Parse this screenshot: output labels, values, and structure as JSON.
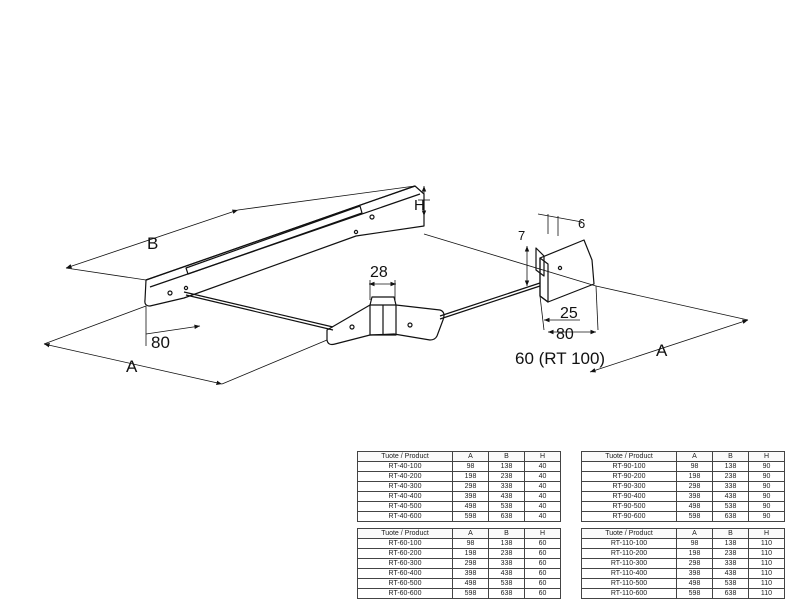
{
  "dimensions": {
    "B": "B",
    "H": "H",
    "six": "6",
    "seven": "7",
    "twentyeight": "28",
    "eighty_left": "80",
    "A_left": "A",
    "twentyfive": "25",
    "eighty_right": "80",
    "sixty": "60 (RT 100)",
    "A_right": "A"
  },
  "tables": [
    {
      "headers": [
        "Tuote / Product",
        "A",
        "B",
        "H"
      ],
      "rows": [
        [
          "RT-40-100",
          "98",
          "138",
          "40"
        ],
        [
          "RT-40-200",
          "198",
          "238",
          "40"
        ],
        [
          "RT-40-300",
          "298",
          "338",
          "40"
        ],
        [
          "RT-40-400",
          "398",
          "438",
          "40"
        ],
        [
          "RT-40-500",
          "498",
          "538",
          "40"
        ],
        [
          "RT-40-600",
          "598",
          "638",
          "40"
        ]
      ]
    },
    {
      "headers": [
        "Tuote / Product",
        "A",
        "B",
        "H"
      ],
      "rows": [
        [
          "RT-90-100",
          "98",
          "138",
          "90"
        ],
        [
          "RT-90-200",
          "198",
          "238",
          "90"
        ],
        [
          "RT-90-300",
          "298",
          "338",
          "90"
        ],
        [
          "RT-90-400",
          "398",
          "438",
          "90"
        ],
        [
          "RT-90-500",
          "498",
          "538",
          "90"
        ],
        [
          "RT-90-600",
          "598",
          "638",
          "90"
        ]
      ]
    },
    {
      "headers": [
        "Tuote / Product",
        "A",
        "B",
        "H"
      ],
      "rows": [
        [
          "RT-60-100",
          "98",
          "138",
          "60"
        ],
        [
          "RT-60-200",
          "198",
          "238",
          "60"
        ],
        [
          "RT-60-300",
          "298",
          "338",
          "60"
        ],
        [
          "RT-60-400",
          "398",
          "438",
          "60"
        ],
        [
          "RT-60-500",
          "498",
          "538",
          "60"
        ],
        [
          "RT-60-600",
          "598",
          "638",
          "60"
        ]
      ]
    },
    {
      "headers": [
        "Tuote / Product",
        "A",
        "B",
        "H"
      ],
      "rows": [
        [
          "RT-110-100",
          "98",
          "138",
          "110"
        ],
        [
          "RT-110-200",
          "198",
          "238",
          "110"
        ],
        [
          "RT-110-300",
          "298",
          "338",
          "110"
        ],
        [
          "RT-110-400",
          "398",
          "438",
          "110"
        ],
        [
          "RT-110-500",
          "498",
          "538",
          "110"
        ],
        [
          "RT-110-600",
          "598",
          "638",
          "110"
        ]
      ]
    }
  ]
}
